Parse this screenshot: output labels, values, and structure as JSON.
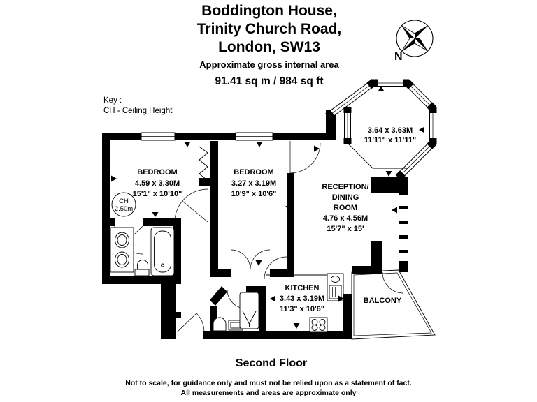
{
  "header": {
    "title_line1": "Boddington House,",
    "title_line2": "Trinity Church Road,",
    "title_line3": "London, SW13",
    "area_label": "Approximate gross internal area",
    "area_value": "91.41 sq m / 984 sq ft"
  },
  "key": {
    "line1": "Key :",
    "line2": "CH - Ceiling Height"
  },
  "compass": {
    "north_label": "N"
  },
  "rooms": {
    "bedroom1": {
      "name": "BEDROOM",
      "metric": "4.59 x 3.30M",
      "imperial": "15'1\" x 10'10\""
    },
    "bedroom2": {
      "name": "BEDROOM",
      "metric": "3.27 x 3.19M",
      "imperial": "10'9\" x 10'6\""
    },
    "reception": {
      "name_line1": "RECEPTION/",
      "name_line2": "DINING",
      "name_line3": "ROOM",
      "metric": "4.76 x 4.56M",
      "imperial": "15'7\" x 15'"
    },
    "octagon": {
      "metric": "3.64 x 3.63M",
      "imperial": "11'11\" x 11'11\""
    },
    "kitchen": {
      "name": "KITCHEN",
      "metric": "3.43 x 3.19M",
      "imperial": "11'3\" x 10'6\""
    },
    "balcony": {
      "name": "BALCONY"
    }
  },
  "ceiling_height": {
    "line1": "CH",
    "line2": "2.50m"
  },
  "floor_label": "Second Floor",
  "footer": {
    "line1": "Not to scale, for guidance only and must not be relied upon as a statement of fact.",
    "line2": "All measurements and areas are approximate only"
  },
  "colors": {
    "ink": "#000000",
    "background": "#ffffff"
  }
}
